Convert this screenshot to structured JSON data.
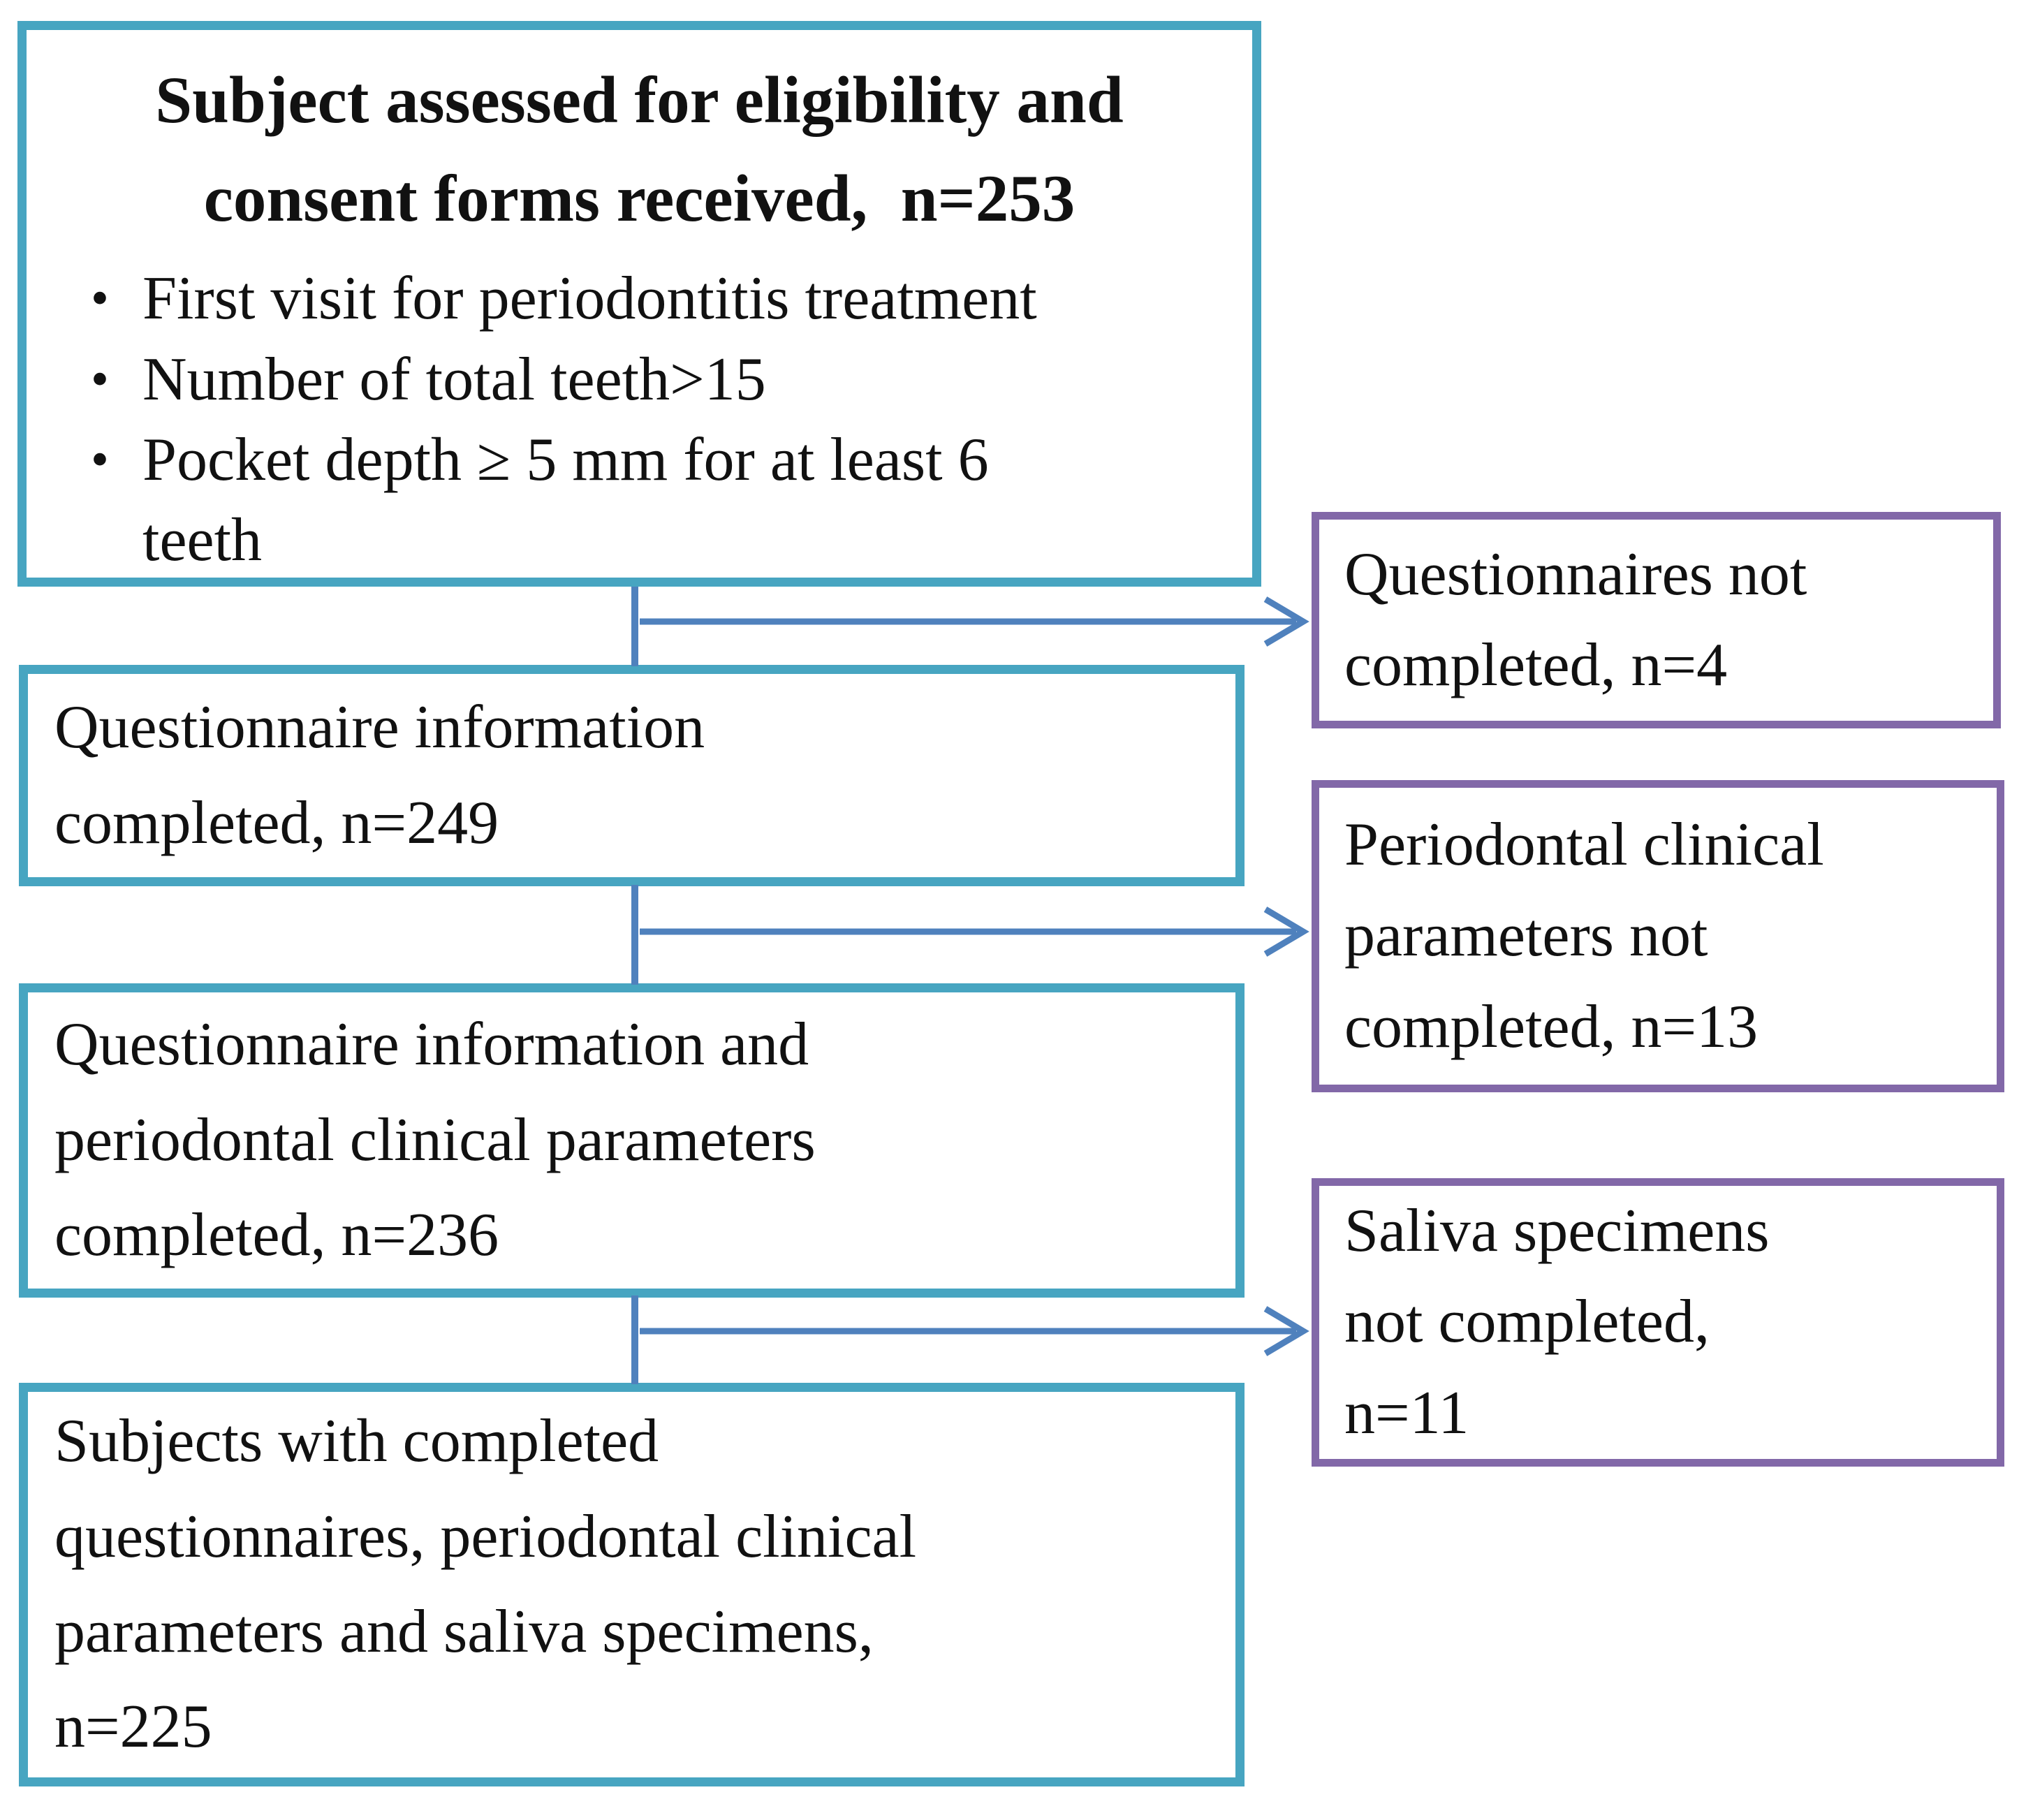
{
  "diagram": {
    "bullet_glyph": "•",
    "left_boxes": {
      "eligibility": {
        "title_lines": [
          "Subject assessed for eligibility and",
          "consent forms received,  n=253"
        ],
        "bullets": [
          {
            "lines": [
              "First visit for periodontitis treatment"
            ]
          },
          {
            "lines": [
              "Number of total teeth>15"
            ]
          },
          {
            "lines": [
              "Pocket depth ≥ 5 mm for at least 6",
              "teeth"
            ]
          }
        ]
      },
      "questionnaire_completed": {
        "lines": [
          "Questionnaire information",
          "completed, n=249"
        ]
      },
      "questionnaire_and_clinical_completed": {
        "lines": [
          "Questionnaire information and",
          "periodontal clinical parameters",
          "completed, n=236"
        ]
      },
      "all_completed": {
        "lines": [
          "Subjects with completed",
          "questionnaires, periodontal clinical",
          "parameters and saliva specimens,",
          "n=225"
        ]
      }
    },
    "right_boxes": {
      "questionnaires_not_completed": {
        "lines": [
          "Questionnaires not",
          "completed, n=4"
        ]
      },
      "clinical_parameters_not_completed": {
        "lines": [
          "Periodontal clinical",
          "parameters not",
          "completed, n=13"
        ]
      },
      "saliva_not_completed": {
        "lines": [
          "Saliva specimens",
          "not completed,",
          "n=11"
        ]
      }
    },
    "colors": {
      "teal_border": "#47a5c1",
      "purple_border": "#8268a8",
      "connector_blue": "#4f81bd",
      "text": "#111111",
      "background": "#ffffff"
    }
  }
}
